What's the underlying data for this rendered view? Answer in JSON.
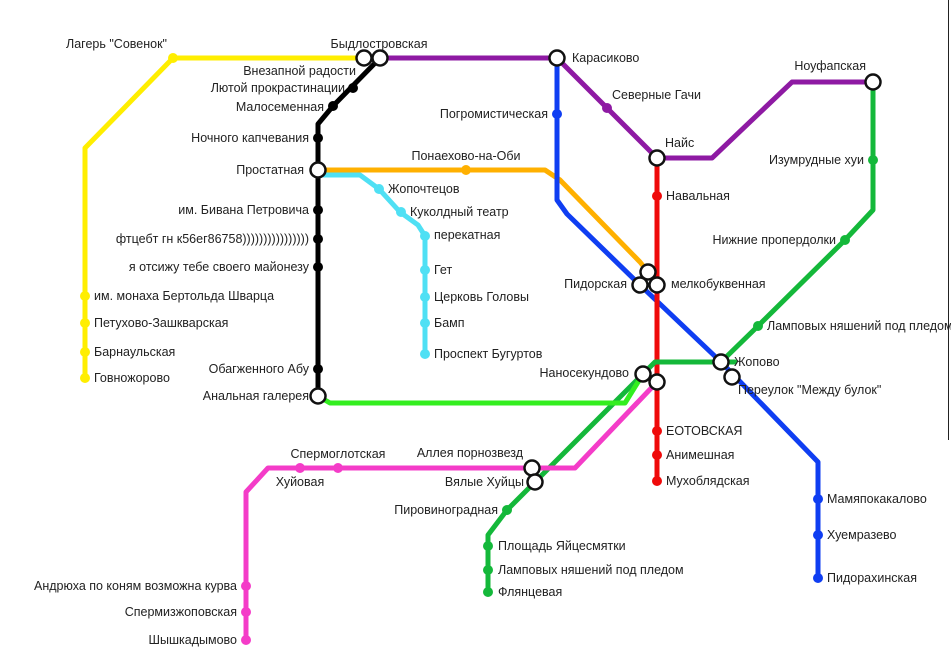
{
  "lines": [
    {
      "id": "yellow",
      "color": "#ffee00"
    },
    {
      "id": "purple",
      "color": "#8e1aa3"
    },
    {
      "id": "black",
      "color": "#000000"
    },
    {
      "id": "orange",
      "color": "#ffb000"
    },
    {
      "id": "cyan",
      "color": "#4fe0f4"
    },
    {
      "id": "blue",
      "color": "#0f3ef2"
    },
    {
      "id": "red",
      "color": "#ef0a0a"
    },
    {
      "id": "green",
      "color": "#14b83a"
    },
    {
      "id": "lime",
      "color": "#33ee1f"
    },
    {
      "id": "pink",
      "color": "#f43cc8"
    }
  ],
  "stations": [
    {
      "id": "sovenok",
      "name": "Лагерь \"Совенок\"",
      "line": "yellow"
    },
    {
      "id": "shvarts",
      "name": "им. монаха Бертольда Шварца",
      "line": "yellow"
    },
    {
      "id": "petuhovo",
      "name": "Петухово-Зашкварская",
      "line": "yellow"
    },
    {
      "id": "barnaul",
      "name": "Барнаульская",
      "line": "yellow"
    },
    {
      "id": "govnozh",
      "name": "Говножорово",
      "line": "yellow"
    },
    {
      "id": "bydlo",
      "name": "Быдлостровская",
      "line": "black/purple/yellow",
      "transfer": true
    },
    {
      "id": "vnezap",
      "name": "Внезапной радости",
      "line": "black"
    },
    {
      "id": "lyutoy",
      "name": "Лютой прокрастинации",
      "line": "black"
    },
    {
      "id": "malosem",
      "name": "Малосеменная",
      "line": "black"
    },
    {
      "id": "nochnogo",
      "name": "Ночного капчевания",
      "line": "black"
    },
    {
      "id": "prostat",
      "name": "Простатная",
      "line": "black/orange/cyan",
      "transfer": true
    },
    {
      "id": "bivana",
      "name": "им. Бивана Петровича",
      "line": "black"
    },
    {
      "id": "ftceb",
      "name": "фтцебт гн к56ег86758))))))))))))))))",
      "line": "black"
    },
    {
      "id": "otsizhu",
      "name": "я отсижу тебе своего майонезу",
      "line": "black"
    },
    {
      "id": "obagzh",
      "name": "Обагженного Абу",
      "line": "black"
    },
    {
      "id": "analn",
      "name": "Анальная галерея",
      "line": "black/lime",
      "transfer": true
    },
    {
      "id": "karas",
      "name": "Карасиково",
      "line": "purple/blue",
      "transfer": true
    },
    {
      "id": "sevgachi",
      "name": "Северные Гачи",
      "line": "purple"
    },
    {
      "id": "nays",
      "name": "Найс",
      "line": "purple/red",
      "transfer": true
    },
    {
      "id": "noufap",
      "name": "Ноуфапская",
      "line": "purple/green",
      "transfer": true
    },
    {
      "id": "pogrom",
      "name": "Погромистическая",
      "line": "blue"
    },
    {
      "id": "ponaehovo",
      "name": "Понаехово-на-Оби",
      "line": "orange"
    },
    {
      "id": "zhopoch",
      "name": "Жопочтецов",
      "line": "cyan"
    },
    {
      "id": "kukol",
      "name": "Куколдный театр",
      "line": "cyan"
    },
    {
      "id": "perekat",
      "name": "перекатная",
      "line": "cyan"
    },
    {
      "id": "get",
      "name": "Гет",
      "line": "cyan"
    },
    {
      "id": "tserkov",
      "name": "Церковь Головы",
      "line": "cyan"
    },
    {
      "id": "bamp",
      "name": "Бамп",
      "line": "cyan"
    },
    {
      "id": "bugurt",
      "name": "Проспект Бугуртов",
      "line": "cyan"
    },
    {
      "id": "navaln",
      "name": "Навальная",
      "line": "red"
    },
    {
      "id": "izumrud",
      "name": "Изумрудные хуи",
      "line": "green"
    },
    {
      "id": "niznie",
      "name": "Нижние пропердолки",
      "line": "green"
    },
    {
      "id": "lampovyh1",
      "name": "Ламповых няшений под пледом",
      "line": "green"
    },
    {
      "id": "pidor",
      "name": "Пидорская",
      "line": "blue",
      "transfer": true
    },
    {
      "id": "melkob",
      "name": "мелкобуквенная",
      "line": "red",
      "transfer": true
    },
    {
      "id": "zhopovo",
      "name": "Жопово",
      "line": "blue/green",
      "transfer": true
    },
    {
      "id": "pereulok",
      "name": "Переулок \"Между булок\"",
      "line": "blue",
      "transfer": true
    },
    {
      "id": "nanosek",
      "name": "Наносекундово",
      "line": "green/lime",
      "transfer": true
    },
    {
      "id": "eotov",
      "name": "ЕОТОВСКАЯ",
      "line": "red"
    },
    {
      "id": "animesh",
      "name": "Анимешная",
      "line": "red"
    },
    {
      "id": "muhobl",
      "name": "Мухоблядская",
      "line": "red"
    },
    {
      "id": "mamyapok",
      "name": "Мамяпокакалово",
      "line": "blue"
    },
    {
      "id": "huemraz",
      "name": "Хуемразево",
      "line": "blue"
    },
    {
      "id": "pidorah",
      "name": "Пидорахинская",
      "line": "blue"
    },
    {
      "id": "spermoglot",
      "name": "Спермоглотская",
      "line": "pink"
    },
    {
      "id": "huyovaya",
      "name": "Хуйовая",
      "line": "pink"
    },
    {
      "id": "alleya",
      "name": "Аллея порнозвезд",
      "line": "pink",
      "transfer": true
    },
    {
      "id": "vyalye",
      "name": "Вялые Хуйцы",
      "line": "green",
      "transfer": true
    },
    {
      "id": "pirovin",
      "name": "Пировиноградная",
      "line": "green"
    },
    {
      "id": "yaytsesm",
      "name": "Площадь Яйцесмятки",
      "line": "green"
    },
    {
      "id": "lampovyh2",
      "name": "Ламповых няшений под пледом",
      "line": "green"
    },
    {
      "id": "flyants",
      "name": "Флянцевая",
      "line": "green"
    },
    {
      "id": "andryuha",
      "name": "Андрюха по коням возможна курва",
      "line": "pink"
    },
    {
      "id": "spermizh",
      "name": "Спермизжоповская",
      "line": "pink"
    },
    {
      "id": "shyshka",
      "name": "Шышкадымово",
      "line": "pink"
    }
  ]
}
